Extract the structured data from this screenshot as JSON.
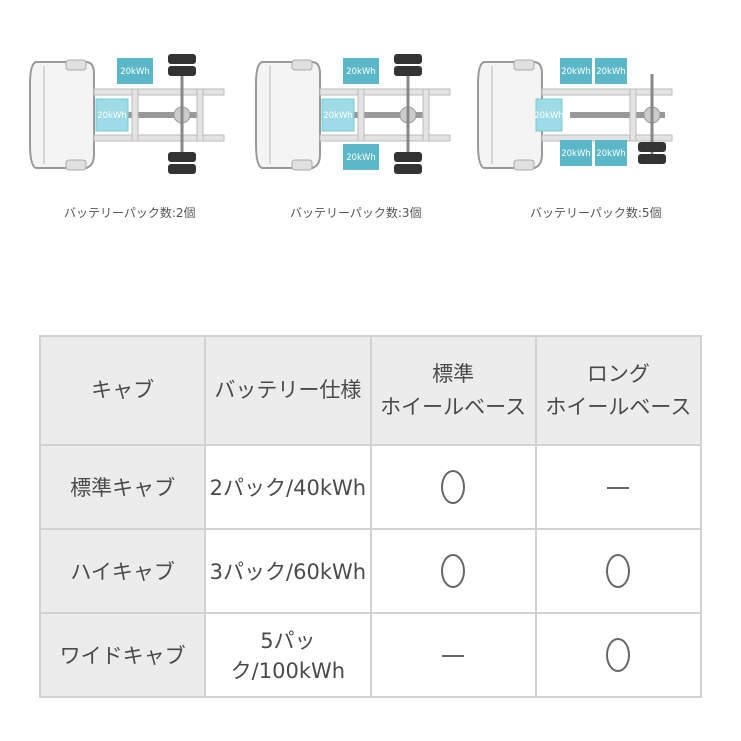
{
  "diagrams": [
    {
      "caption": "バッテリーパック数:2個",
      "packs": [
        "20kWh",
        "20kWh"
      ]
    },
    {
      "caption": "バッテリーパック数:3個",
      "packs": [
        "20kWh",
        "20kWh",
        "20kWh"
      ]
    },
    {
      "caption": "バッテリーパック数:5個",
      "packs": [
        "20kWh",
        "20kWh",
        "20kWh",
        "20kWh",
        "20kWh"
      ]
    }
  ],
  "table": {
    "headers": [
      "キャブ",
      "バッテリー仕様",
      "標準\nホイールベース",
      "ロング\nホイールベース"
    ],
    "rows": [
      {
        "cab": "標準キャブ",
        "battery": "2パック/40kWh",
        "standard": "〇",
        "long": "ー"
      },
      {
        "cab": "ハイキャブ",
        "battery": "3パック/60kWh",
        "standard": "〇",
        "long": "〇"
      },
      {
        "cab": "ワイドキャブ",
        "battery": "5パック/100kWh",
        "standard": "ー",
        "long": "〇"
      }
    ]
  },
  "colors": {
    "battery_pack": "#5bb8c8",
    "battery_pack_front": "#9fdbe6",
    "table_header_bg": "#ececec",
    "table_border": "#d2d2d2"
  }
}
